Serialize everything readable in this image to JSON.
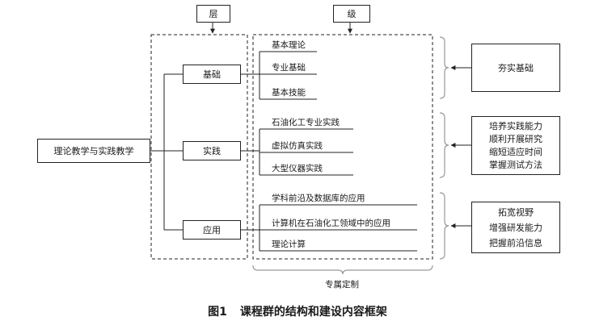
{
  "headers": {
    "layer": "层",
    "level": "级"
  },
  "root": "理论教学与实践教学",
  "levels": [
    {
      "name": "基础",
      "items": [
        "基本理论",
        "专业基础",
        "基本技能"
      ]
    },
    {
      "name": "实践",
      "items": [
        "石油化工专业实践",
        "虚拟仿真实践",
        "大型仪器实践"
      ]
    },
    {
      "name": "应用",
      "items": [
        "学科前沿及数据库的应用",
        "计算机在石油化工领域中的应用",
        "理论计算"
      ]
    }
  ],
  "goals": [
    {
      "lines": [
        "夯实基础"
      ]
    },
    {
      "lines": [
        "培养实践能力",
        "顺利开展研究",
        "缩短适应时间",
        "掌握测试方法"
      ]
    },
    {
      "lines": [
        "拓宽视野",
        "增强研发能力",
        "把握前沿信息"
      ]
    }
  ],
  "bottom_label": "专属定制",
  "caption": {
    "number": "图1",
    "title": "课程群的结构和建设内容框架"
  }
}
